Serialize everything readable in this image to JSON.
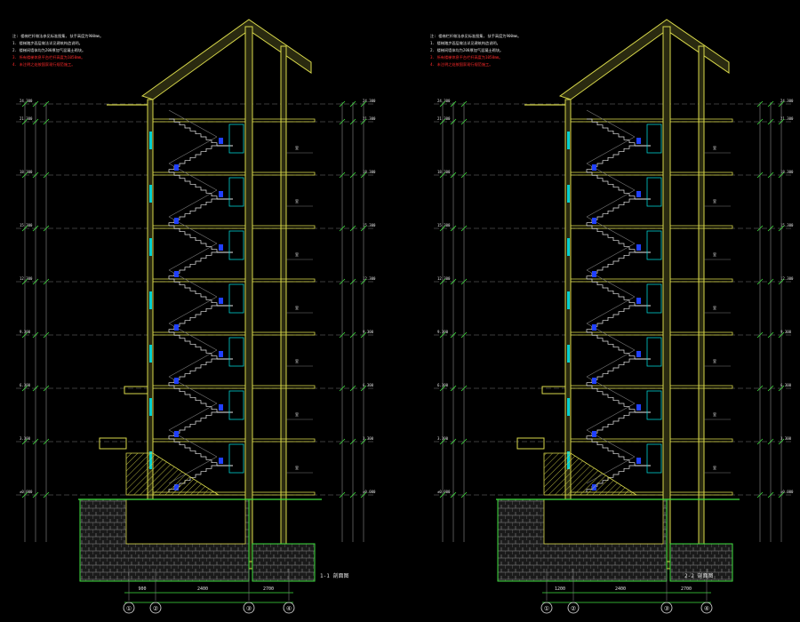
{
  "drawing": {
    "background": "#000000",
    "colors": {
      "wall": "#d8d84a",
      "wall_fill": "#2a2a10",
      "stair": "#e8e8e8",
      "guide": "#7a7a7a",
      "dim": "#3fe03f",
      "window": "#00d0d0",
      "marker": "#2040ff",
      "note_red": "#ff2a2a",
      "note_white": "#e0e0e0",
      "ground": "#3a3a3a"
    },
    "sections": [
      {
        "title": "1-1 剖面图",
        "notes": [
          "注: 楼梯栏杆做法参见标准图集, 扶手高度为900mm。",
          "1. 楼梯踏步面层做法详见建筑构造说明。",
          "2. 楼梯间墙体均为200厚加气混凝土砌块。",
          "3. 所有楼梯休息平台栏杆高度为1050mm。",
          "4. 未注明之处按国家现行规范施工。"
        ],
        "axes": [
          "①",
          "②",
          "③",
          "④"
        ],
        "levels": [
          "±0.000",
          "3.300",
          "6.300",
          "9.300",
          "12.300",
          "15.300",
          "18.300",
          "21.300",
          "24.300"
        ],
        "dims_bottom": [
          "900",
          "2400",
          "2700"
        ],
        "stair_label": "楼梯段"
      },
      {
        "title": "2-2 剖面图",
        "notes": [
          "注: 楼梯栏杆做法参见标准图集, 扶手高度为900mm。",
          "1. 楼梯踏步面层做法详见建筑构造说明。",
          "2. 楼梯间墙体均为200厚加气混凝土砌块。",
          "3. 所有楼梯休息平台栏杆高度为1050mm。",
          "4. 未注明之处按国家现行规范施工。"
        ],
        "axes": [
          "①",
          "②",
          "③",
          "④"
        ],
        "levels": [
          "±0.000",
          "3.300",
          "6.300",
          "9.300",
          "12.300",
          "15.300",
          "18.300",
          "21.300",
          "24.300"
        ],
        "dims_bottom": [
          "1200",
          "2400",
          "2700"
        ],
        "stair_label": "楼梯段"
      }
    ]
  }
}
